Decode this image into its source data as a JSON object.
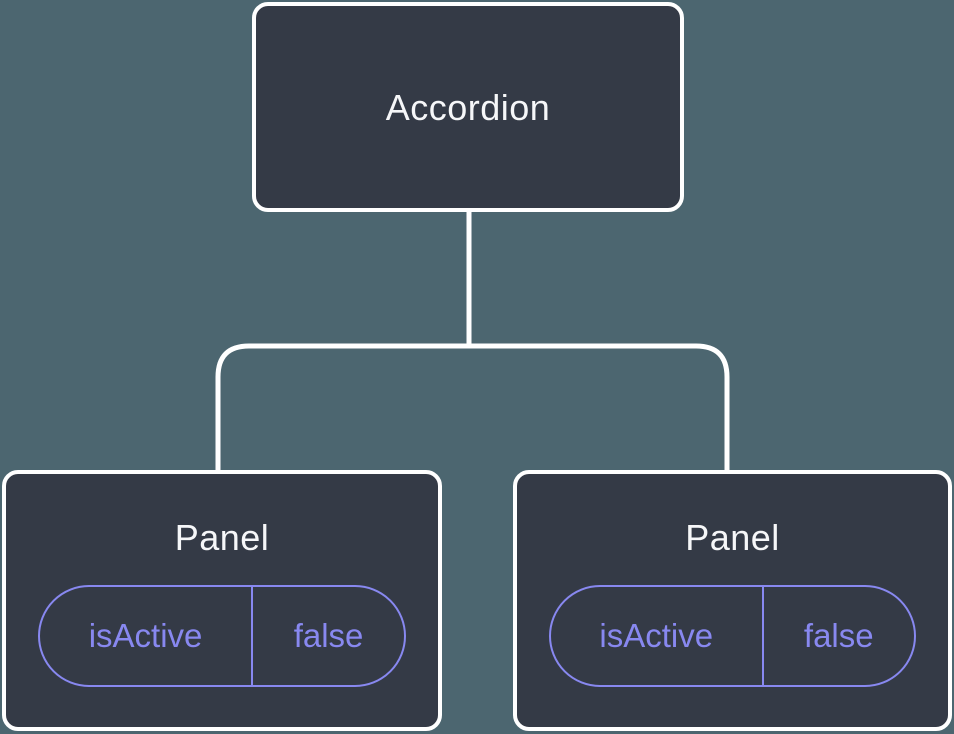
{
  "diagram": {
    "type": "component-tree",
    "root": {
      "label": "Accordion"
    },
    "children": [
      {
        "label": "Panel",
        "state": {
          "key": "isActive",
          "value": "false"
        }
      },
      {
        "label": "Panel",
        "state": {
          "key": "isActive",
          "value": "false"
        }
      }
    ]
  },
  "colors": {
    "background": "#4c6670",
    "node_fill": "#343a46",
    "node_border": "#ffffff",
    "node_text": "#f6f7f9",
    "state_accent": "#8888f0",
    "connector": "#ffffff"
  }
}
